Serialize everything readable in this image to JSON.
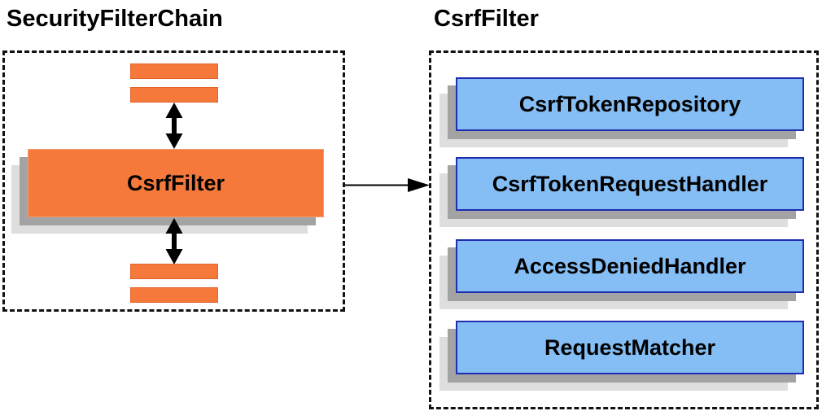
{
  "colors": {
    "orange": "#F4793B",
    "orange_border": "#E2632B",
    "blue_fill": "#85BEF5",
    "blue_border": "#1F2DB0",
    "shadow_dark": "#A3A3A3",
    "shadow_light": "#DEDEDE",
    "arrow": "#000000",
    "dashed_border": "#111111",
    "background": "#FFFFFF",
    "text": "#000000"
  },
  "left_panel": {
    "title": "SecurityFilterChain",
    "filter_box": {
      "label": "CsrfFilter"
    }
  },
  "right_panel": {
    "title": "CsrfFilter",
    "components": [
      {
        "label": "CsrfTokenRepository"
      },
      {
        "label": "CsrfTokenRequestHandler"
      },
      {
        "label": "AccessDeniedHandler"
      },
      {
        "label": "RequestMatcher"
      }
    ]
  },
  "icons": {
    "vertical_double_arrow": "double-headed-arrow",
    "horizontal_arrow": "arrow-right"
  }
}
